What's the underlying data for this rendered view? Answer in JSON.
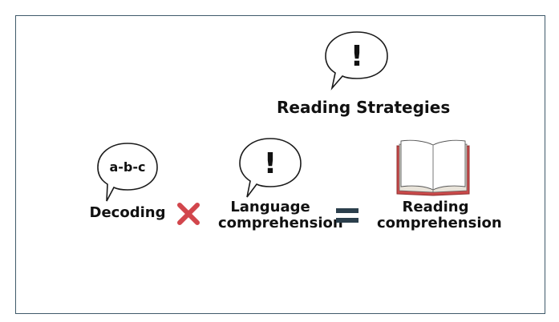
{
  "diagram": {
    "strategies": {
      "label": "Reading Strategies",
      "bubble_text": "!"
    },
    "decoding": {
      "label": "Decoding",
      "bubble_text": "a-b-c"
    },
    "operator_multiply": "×",
    "language": {
      "label_line1": "Language",
      "label_line2": "comprehension",
      "bubble_text": "!"
    },
    "operator_equals": "=",
    "reading": {
      "label_line1": "Reading",
      "label_line2": "comprehension"
    }
  },
  "colors": {
    "frame": "#3f5a6a",
    "multiply": "#d2464c",
    "equals": "#2b3f4c",
    "book_cover": "#c94a4a",
    "text": "#111111"
  },
  "icons": {
    "strategies": "speech-bubble-exclamation-icon",
    "decoding": "speech-bubble-abc-icon",
    "language": "speech-bubble-exclamation-icon",
    "reading": "open-book-icon"
  }
}
